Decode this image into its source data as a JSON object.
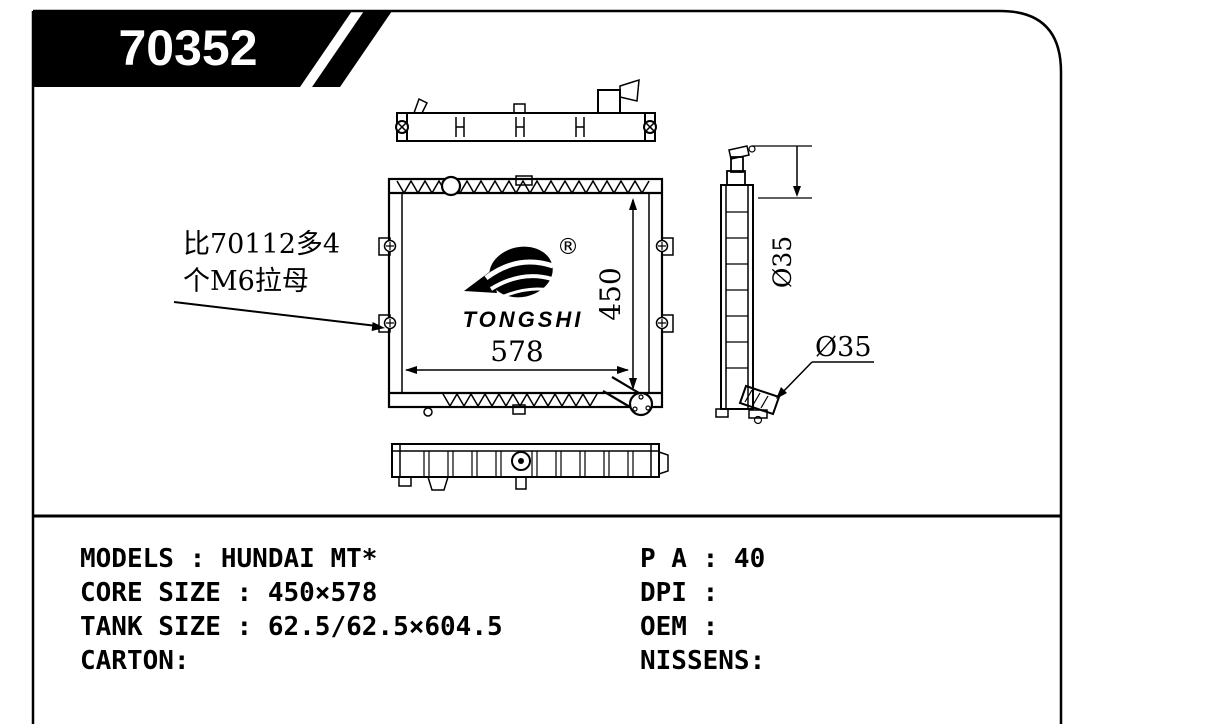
{
  "badge": {
    "part_number": "70352"
  },
  "annotation": {
    "line1": "比70112多4",
    "line2": "个M6拉母"
  },
  "logo": {
    "brand": "TONGSHI",
    "registered": "®"
  },
  "dims": {
    "core_height": "450",
    "core_width": "578",
    "inlet_diameter": "Ø35",
    "outlet_diameter": "Ø35"
  },
  "specs": {
    "left": [
      "MODELS : HUNDAI MT*",
      "CORE SIZE : 450×578",
      "TANK SIZE : 62.5/62.5×604.5",
      "CARTON:"
    ],
    "right": [
      "P A : 40",
      "DPI :",
      "OEM :",
      "NISSENS:"
    ]
  }
}
